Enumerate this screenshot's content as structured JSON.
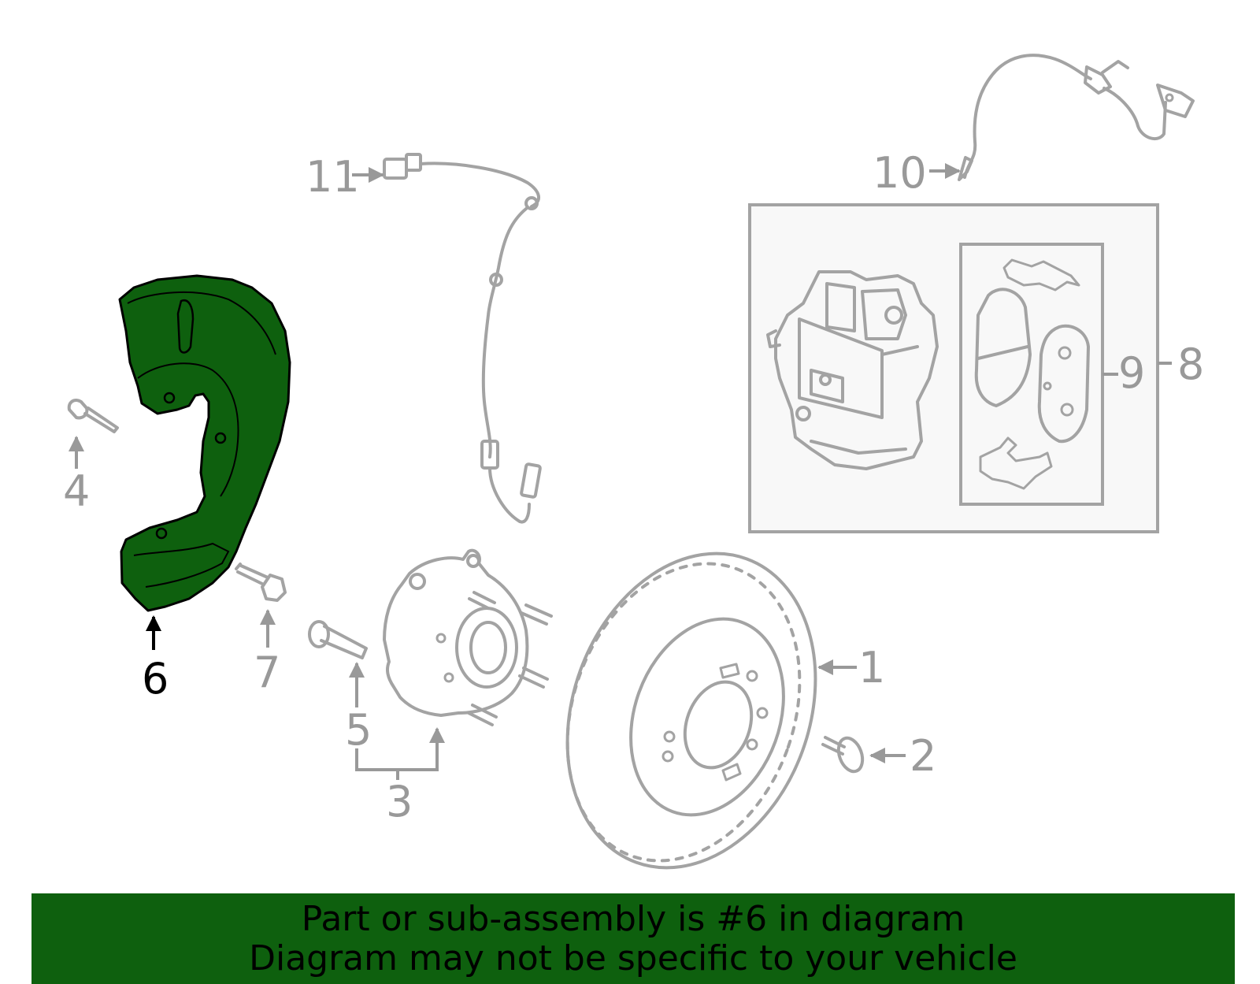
{
  "highlight_color": "#0e600e",
  "callouts": {
    "c1": "1",
    "c2": "2",
    "c3": "3",
    "c4": "4",
    "c5": "5",
    "c6": "6",
    "c7": "7",
    "c8": "8",
    "c9": "9",
    "c10": "10",
    "c11": "11"
  },
  "banner": {
    "line1": "Part or sub-assembly is #6 in diagram",
    "line2": "Diagram may not be specific to your vehicle"
  }
}
